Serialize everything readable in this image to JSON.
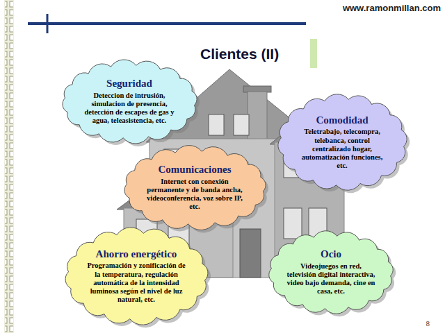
{
  "diagram": {
    "title": "Clientes (II)",
    "nodes": [
      {
        "text": [
          "Seguridad",
          "Deteccion de intrusión, simulacion de presencia, detección de escapes de gas y agua, teleasistencia, etc."
        ]
      },
      {
        "text": [
          "Comodidad",
          "Teletrabajo, telecompra, telebanca, control centralizado hogar, automatización funciones, etc."
        ]
      },
      {
        "text": [
          "Comunicaciones",
          "Internet con conexión permanente y de banda ancha, videoconferencia, voz sobre IP, etc."
        ]
      },
      {
        "text": [
          "Ahorro energético",
          "Programación y zonificación de la temperatura, regulación automática de la intensidad luminosa según el nivel de luz natural, etc."
        ]
      },
      {
        "text": [
          "Ocio",
          "Videojuegos en red, televisión digital interactiva, video bajo demanda, cine en casa, etc."
        ]
      }
    ],
    "labels": [
      "www.ramonmillan.com",
      "8"
    ]
  }
}
